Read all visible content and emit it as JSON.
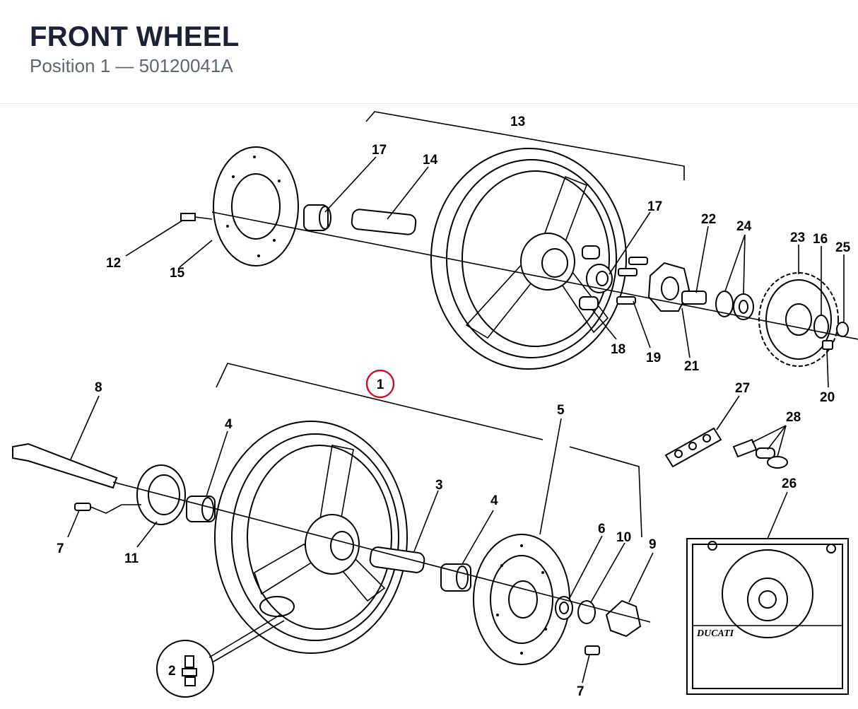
{
  "header": {
    "title": "FRONT WHEEL",
    "position_label": "Position 1",
    "separator": "—",
    "part_number": "50120041A"
  },
  "diagram": {
    "highlight_color": "#c8102e",
    "callouts": {
      "c1": "1",
      "c2": "2",
      "c3": "3",
      "c4a": "4",
      "c4b": "4",
      "c5": "5",
      "c6": "6",
      "c7a": "7",
      "c7b": "7",
      "c8": "8",
      "c9": "9",
      "c10": "10",
      "c11": "11",
      "c12": "12",
      "c13": "13",
      "c14": "14",
      "c15": "15",
      "c16": "16",
      "c17a": "17",
      "c17b": "17",
      "c18": "18",
      "c19": "19",
      "c20": "20",
      "c21": "21",
      "c22": "22",
      "c23": "23",
      "c24": "24",
      "c25": "25",
      "c26": "26",
      "c27": "27",
      "c28": "28"
    },
    "brand_plate_text": "DUCATI"
  }
}
